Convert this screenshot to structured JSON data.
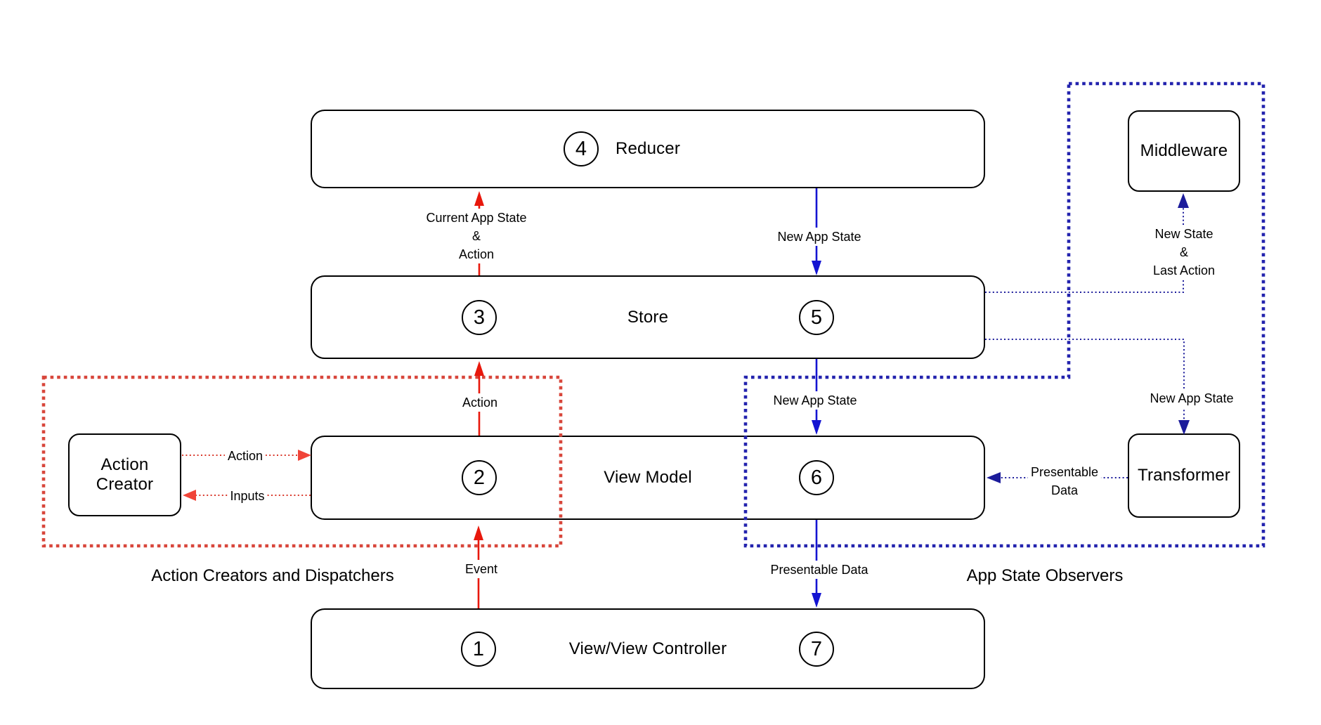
{
  "colors": {
    "red_solid": "#e8180c",
    "red_dotted": "#d9392c",
    "red_arrowhead": "#f04438",
    "red_boundary": "#d8463b",
    "blue_solid": "#1414d2",
    "blue_dotted": "#1c1c9b",
    "blue_boundary": "#2323ae",
    "box_border": "#000000"
  },
  "boxes": {
    "reducer": {
      "label": "Reducer",
      "number": "4"
    },
    "store": {
      "label": "Store",
      "number_left": "3",
      "number_right": "5"
    },
    "view_model": {
      "label": "View Model",
      "number_left": "2",
      "number_right": "6"
    },
    "view_controller": {
      "label": "View/View Controller",
      "number_left": "1",
      "number_right": "7"
    },
    "action_creator": {
      "label_line1": "Action",
      "label_line2": "Creator"
    },
    "middleware": {
      "label": "Middleware"
    },
    "transformer": {
      "label": "Transformer"
    }
  },
  "arrow_labels": {
    "current_app_state_line1": "Current App State",
    "current_app_state_line2": "&",
    "current_app_state_line3": "Action",
    "new_app_state_top": "New App State",
    "action_to_store": "Action",
    "new_app_state_mid": "New App State",
    "action_from_creator": "Action",
    "inputs": "Inputs",
    "event": "Event",
    "presentable_data_bottom": "Presentable Data",
    "new_state_line1": "New State",
    "new_state_line2": "&",
    "new_state_line3": "Last Action",
    "new_app_state_right": "New App State",
    "presentable_data_line1": "Presentable",
    "presentable_data_line2": "Data"
  },
  "section_labels": {
    "action_creators": "Action Creators and Dispatchers",
    "app_state_observers": "App State Observers"
  }
}
